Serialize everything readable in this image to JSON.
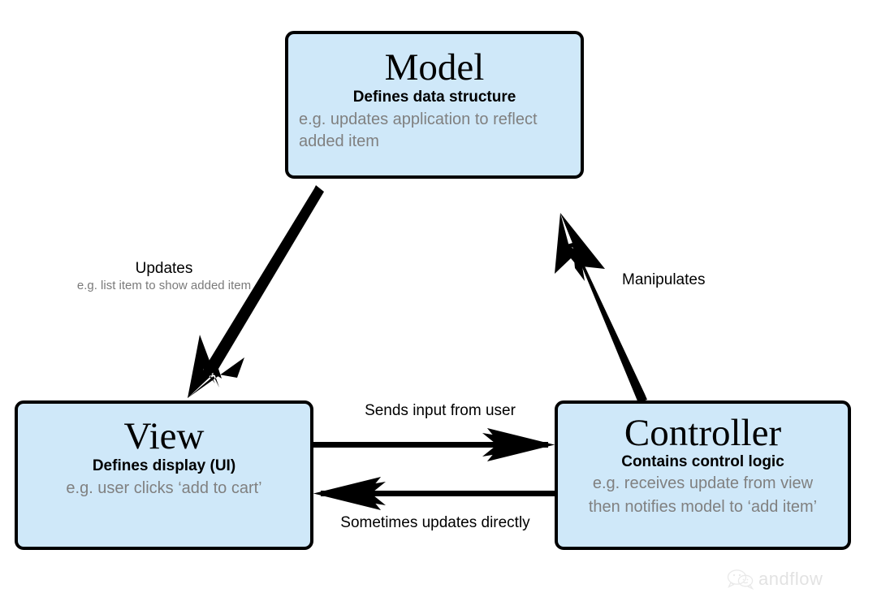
{
  "diagram": {
    "title": "MVC Architecture Diagram",
    "background_color": "#ffffff",
    "node_fill_color": "#cfe8f9",
    "node_border_color": "#000000",
    "muted_text_color": "#808080",
    "nodes": [
      {
        "id": "model",
        "title": "Model",
        "subtitle": "Defines data structure",
        "example": "e.g. updates application to reflect added item"
      },
      {
        "id": "view",
        "title": "View",
        "subtitle": "Defines display (UI)",
        "example": "e.g. user clicks ‘add to cart’"
      },
      {
        "id": "controller",
        "title": "Controller",
        "subtitle": "Contains control logic",
        "example_line1": "e.g. receives update from view",
        "example_line2": "then notifies model to ‘add item’"
      }
    ],
    "edges": [
      {
        "id": "model-to-view",
        "from": "model",
        "to": "view",
        "label": "Updates",
        "sublabel": "e.g. list item to show added item"
      },
      {
        "id": "controller-to-model",
        "from": "controller",
        "to": "model",
        "label": "Manipulates",
        "sublabel": ""
      },
      {
        "id": "view-to-controller",
        "from": "view",
        "to": "controller",
        "label": "Sends input from user",
        "sublabel": ""
      },
      {
        "id": "controller-to-view",
        "from": "controller",
        "to": "view",
        "label": "Sometimes updates directly",
        "sublabel": ""
      }
    ]
  },
  "watermark": {
    "text": "andflow",
    "icon": "wechat-speech-bubble-icon"
  }
}
